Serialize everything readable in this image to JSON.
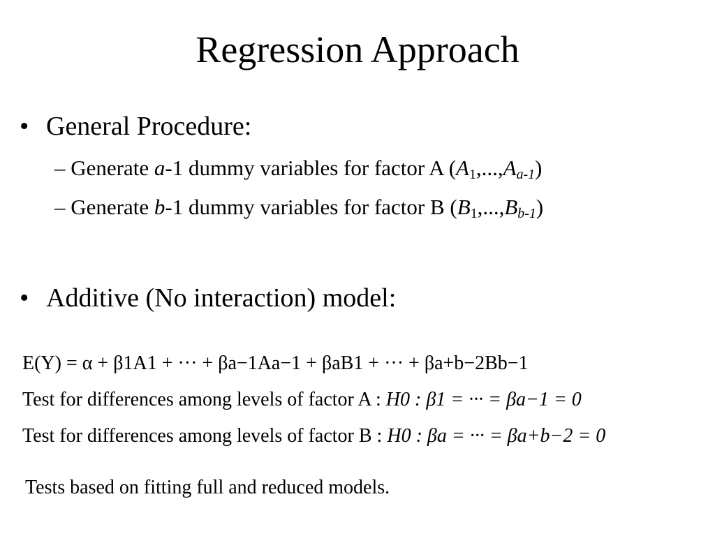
{
  "slide": {
    "title": "Regression Approach",
    "bullets": [
      {
        "text": "General Procedure:",
        "sub_items": [
          {
            "prefix": "– Generate ",
            "var": "a",
            "middle": "-1 dummy variables for factor A (",
            "v1": "A",
            "s1": "1",
            "dots": ",...,",
            "v2": "A",
            "s2": "a-1",
            "close": ")"
          },
          {
            "prefix": "– Generate ",
            "var": "b",
            "middle": "-1 dummy variables for factor B (",
            "v1": "B",
            "s1": "1",
            "dots": ",...,",
            "v2": "B",
            "s2": "b-1",
            "close": ")"
          }
        ]
      },
      {
        "text": "Additive (No interaction) model:"
      }
    ],
    "equations": {
      "model": "E(Y) = α + β1A1 + ··· + βa−1Aa−1 + βaB1 + ··· + βa+b−2Bb−1",
      "test_a_text": "Test for differences among levels of factor A : ",
      "test_a_hyp": "H0 : β1 = ··· = βa−1 = 0",
      "test_b_text": "Test for differences among levels of factor B : ",
      "test_b_hyp": "H0 : βa = ··· = βa+b−2 = 0"
    },
    "note": "Tests based on fitting full and reduced models."
  }
}
